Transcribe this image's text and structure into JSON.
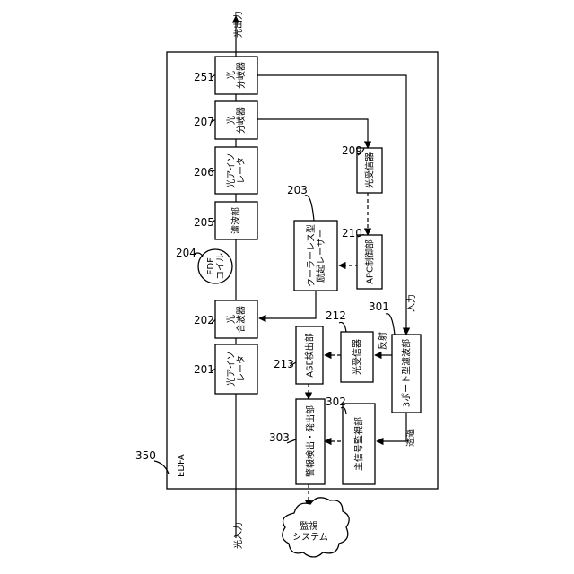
{
  "figure": {
    "amp_label": "EDFA",
    "amp_ref": "350",
    "signal_in": "光入力",
    "signal_out": "光出力",
    "monitor_system": [
      "監視",
      "システム"
    ],
    "port_input": "入力",
    "port_reflect": "反射",
    "port_transmit": "透過"
  },
  "blocks": {
    "b251": {
      "ref": "251",
      "lines": [
        "光",
        "分岐器"
      ]
    },
    "b207": {
      "ref": "207",
      "lines": [
        "光",
        "分岐器"
      ]
    },
    "b206": {
      "ref": "206",
      "lines": [
        "光アイソ",
        "レータ"
      ]
    },
    "b205": {
      "ref": "205",
      "lines": [
        "濾波部"
      ]
    },
    "b204": {
      "ref": "204",
      "lines": [
        "EDF",
        "コイル"
      ]
    },
    "b202": {
      "ref": "202",
      "lines": [
        "光",
        "合波器"
      ]
    },
    "b201": {
      "ref": "201",
      "lines": [
        "光アイソ",
        "レータ"
      ]
    },
    "b203": {
      "ref": "203",
      "lines": [
        "クーラーレス型",
        "励起レーザー"
      ]
    },
    "b209": {
      "ref": "209",
      "lines": [
        "光受信器"
      ]
    },
    "b210": {
      "ref": "210",
      "lines": [
        "APC制御部"
      ]
    },
    "b213": {
      "ref": "213",
      "lines": [
        "ASE検出部"
      ]
    },
    "b212": {
      "ref": "212",
      "lines": [
        "光受信器"
      ]
    },
    "b301": {
      "ref": "301",
      "lines": [
        "3ポート型濾波部"
      ]
    },
    "b303": {
      "ref": "303",
      "lines": [
        "警報検出・発出部"
      ]
    },
    "b302": {
      "ref": "302",
      "lines": [
        "主信号監視部"
      ]
    }
  }
}
